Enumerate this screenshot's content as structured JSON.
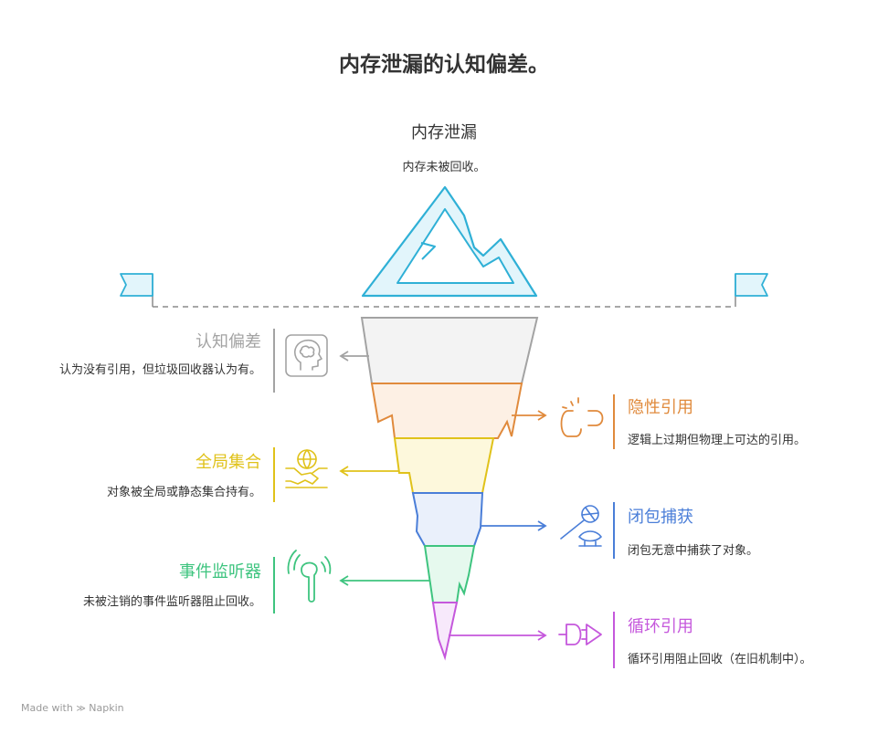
{
  "title": "内存泄漏的认知偏差。",
  "peak": {
    "label": "内存泄漏",
    "description": "内存未被回收。"
  },
  "layers": [
    {
      "label": "认知偏差",
      "description": "认为没有引用，但垃圾回收器认为有。",
      "color": "#a3a3a3",
      "fill": "#f3f3f3",
      "icon": "brain-head-icon",
      "side": "left"
    },
    {
      "label": "隐性引用",
      "description": "逻辑上过期但物理上可达的引用。",
      "color": "#e08a3c",
      "fill": "#fdf0e4",
      "icon": "broken-link-icon",
      "side": "right"
    },
    {
      "label": "全局集合",
      "description": "对象被全局或静态集合持有。",
      "color": "#e0c21a",
      "fill": "#fdf8dc",
      "icon": "handshake-globe-icon",
      "side": "left"
    },
    {
      "label": "闭包捕获",
      "description": "闭包无意中捕获了对象。",
      "color": "#4a7ed8",
      "fill": "#eaf0fb",
      "icon": "net-catch-icon",
      "side": "right"
    },
    {
      "label": "事件监听器",
      "description": "未被注销的事件监听器阻止回收。",
      "color": "#3ec47f",
      "fill": "#e6f9ee",
      "icon": "earbud-signal-icon",
      "side": "left"
    },
    {
      "label": "循环引用",
      "description": "循环引用阻止回收（在旧机制中）。",
      "color": "#c558dc",
      "fill": "#f7e9fb",
      "icon": "plug-socket-icon",
      "side": "right"
    }
  ],
  "colors": {
    "iceberg_stroke": "#2fb0d6",
    "iceberg_fill": "#e2f5fb",
    "waterline": "#8a8a8a"
  },
  "footer": {
    "made_with": "Made with",
    "brand": "Napkin"
  }
}
